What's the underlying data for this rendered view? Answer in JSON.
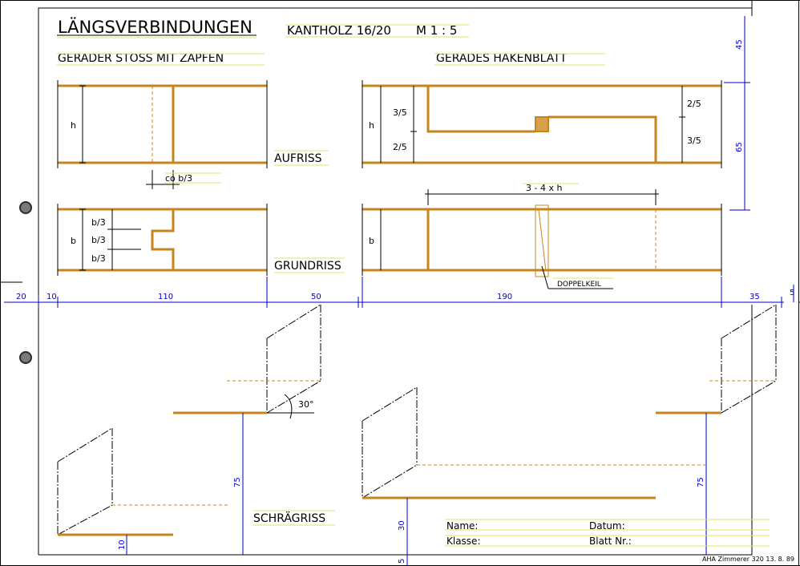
{
  "title": {
    "main": "LÄNGSVERBINDUNGEN",
    "material": "KANTHOLZ 16/20",
    "scale": "M 1 : 5"
  },
  "headings": {
    "left": "GERADER STOSS MIT ZAPFEN",
    "right": "GERADES HAKENBLATT"
  },
  "views": {
    "elevation": "AUFRISS",
    "plan": "GRUNDRISS",
    "oblique": "SCHRÄGRISS"
  },
  "labels": {
    "h": "h",
    "b": "b",
    "co_b3": "co b/3",
    "b3": "b/3",
    "three_fifths": "3/5",
    "two_fifths": "2/5",
    "span": "3 - 4 x h",
    "wedge": "DOPPELKEIL",
    "angle": "30°"
  },
  "dims": {
    "horizontal": [
      "20",
      "10",
      "110",
      "50",
      "190",
      "35",
      "5"
    ],
    "right_vertical": [
      "45",
      "65"
    ],
    "oblique_left": "75",
    "oblique_right": "75",
    "bottom": "10",
    "bottom_mid": "30",
    "bottom_mid_low": "5"
  },
  "form": {
    "name": "Name:",
    "date": "Datum:",
    "class": "Klasse:",
    "sheet": "Blatt Nr.:"
  },
  "footer": "AHA Zimmerer 320 13. 8. 89",
  "colors": {
    "wood": "#c8841c",
    "dimension": "#0000cc",
    "highlight": "#e6e06a",
    "ink": "#000000"
  }
}
